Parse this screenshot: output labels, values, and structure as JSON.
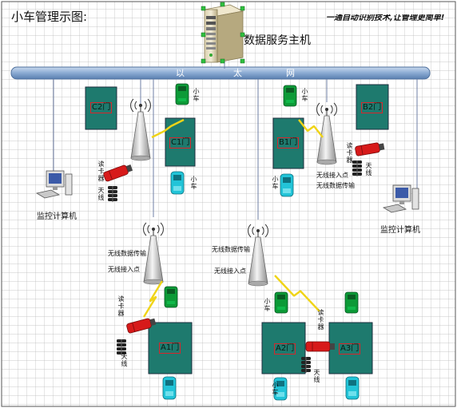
{
  "title": "小车管理示图:",
  "slogan": "一通自动识别技术,让管理更简单!",
  "server": {
    "label": "数据服务主机"
  },
  "network": {
    "label_chars": [
      "以",
      "太",
      "网"
    ]
  },
  "monitors": {
    "left_label": "监控计算机",
    "right_label": "监控计算机"
  },
  "doors": {
    "c2": "C2门",
    "c1": "C1门",
    "b1": "B1门",
    "b2": "B2门",
    "a1": "A1门",
    "a2": "A2门",
    "a3": "A3门"
  },
  "car_label": "小车",
  "antenna_label": "天线",
  "reader_label": "读卡器",
  "access_point": {
    "ap_right_transmit": "无线接入点",
    "ap_right_access": "无线数据传输",
    "ap_left_transmit": "无线数据传输",
    "ap_left_access": "无线接入点",
    "ap_mid_transmit": "无线数据传输",
    "ap_mid_access": "无线接入点"
  },
  "colors": {
    "grid": "#b9b9b9",
    "door_fill": "#1e7a6e",
    "door_border": "#1d2e3e",
    "door_label_border": "#d8252b",
    "car_green": "#0c9a37",
    "car_cyan": "#22c4d8",
    "reader_red": "#d71a1a",
    "bus": "#8aaad2",
    "wireless": "#f0d417"
  }
}
